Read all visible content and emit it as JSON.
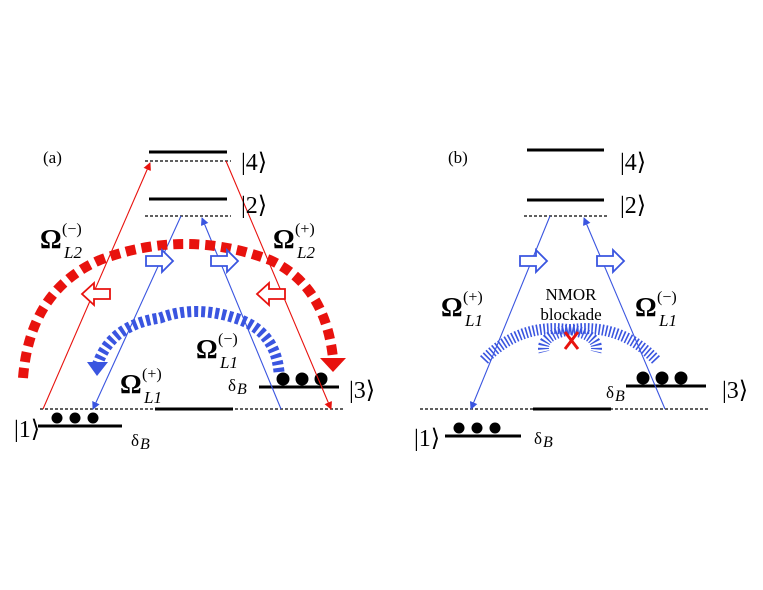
{
  "panels": {
    "a": {
      "label": "(a)",
      "states": {
        "s1": "|1⟩",
        "s2": "|2⟩",
        "s3": "|3⟩",
        "s4": "|4⟩"
      },
      "omega_l2_minus": {
        "base": "Ω",
        "sup": "(−)",
        "sub": "L2"
      },
      "omega_l2_plus": {
        "base": "Ω",
        "sup": "(+)",
        "sub": "L2"
      },
      "omega_l1_plus": {
        "base": "Ω",
        "sup": "(+)",
        "sub": "L1"
      },
      "omega_l1_minus": {
        "base": "Ω",
        "sup": "(−)",
        "sub": "L1"
      },
      "delta_left": {
        "base": "δ",
        "sub": "B"
      },
      "delta_right": {
        "base": "δ",
        "sub": "B"
      }
    },
    "b": {
      "label": "(b)",
      "states": {
        "s1": "|1⟩",
        "s2": "|2⟩",
        "s3": "|3⟩",
        "s4": "|4⟩"
      },
      "omega_l1_plus": {
        "base": "Ω",
        "sup": "(+)",
        "sub": "L1"
      },
      "omega_l1_minus": {
        "base": "Ω",
        "sup": "(−)",
        "sub": "L1"
      },
      "blockade_line1": "NMOR",
      "blockade_line2": "blockade",
      "delta_left": {
        "base": "δ",
        "sub": "B"
      },
      "delta_right": {
        "base": "δ",
        "sub": "B"
      }
    }
  },
  "colors": {
    "red": "#e8120e",
    "blue": "#3a55e0",
    "black": "#000000"
  }
}
